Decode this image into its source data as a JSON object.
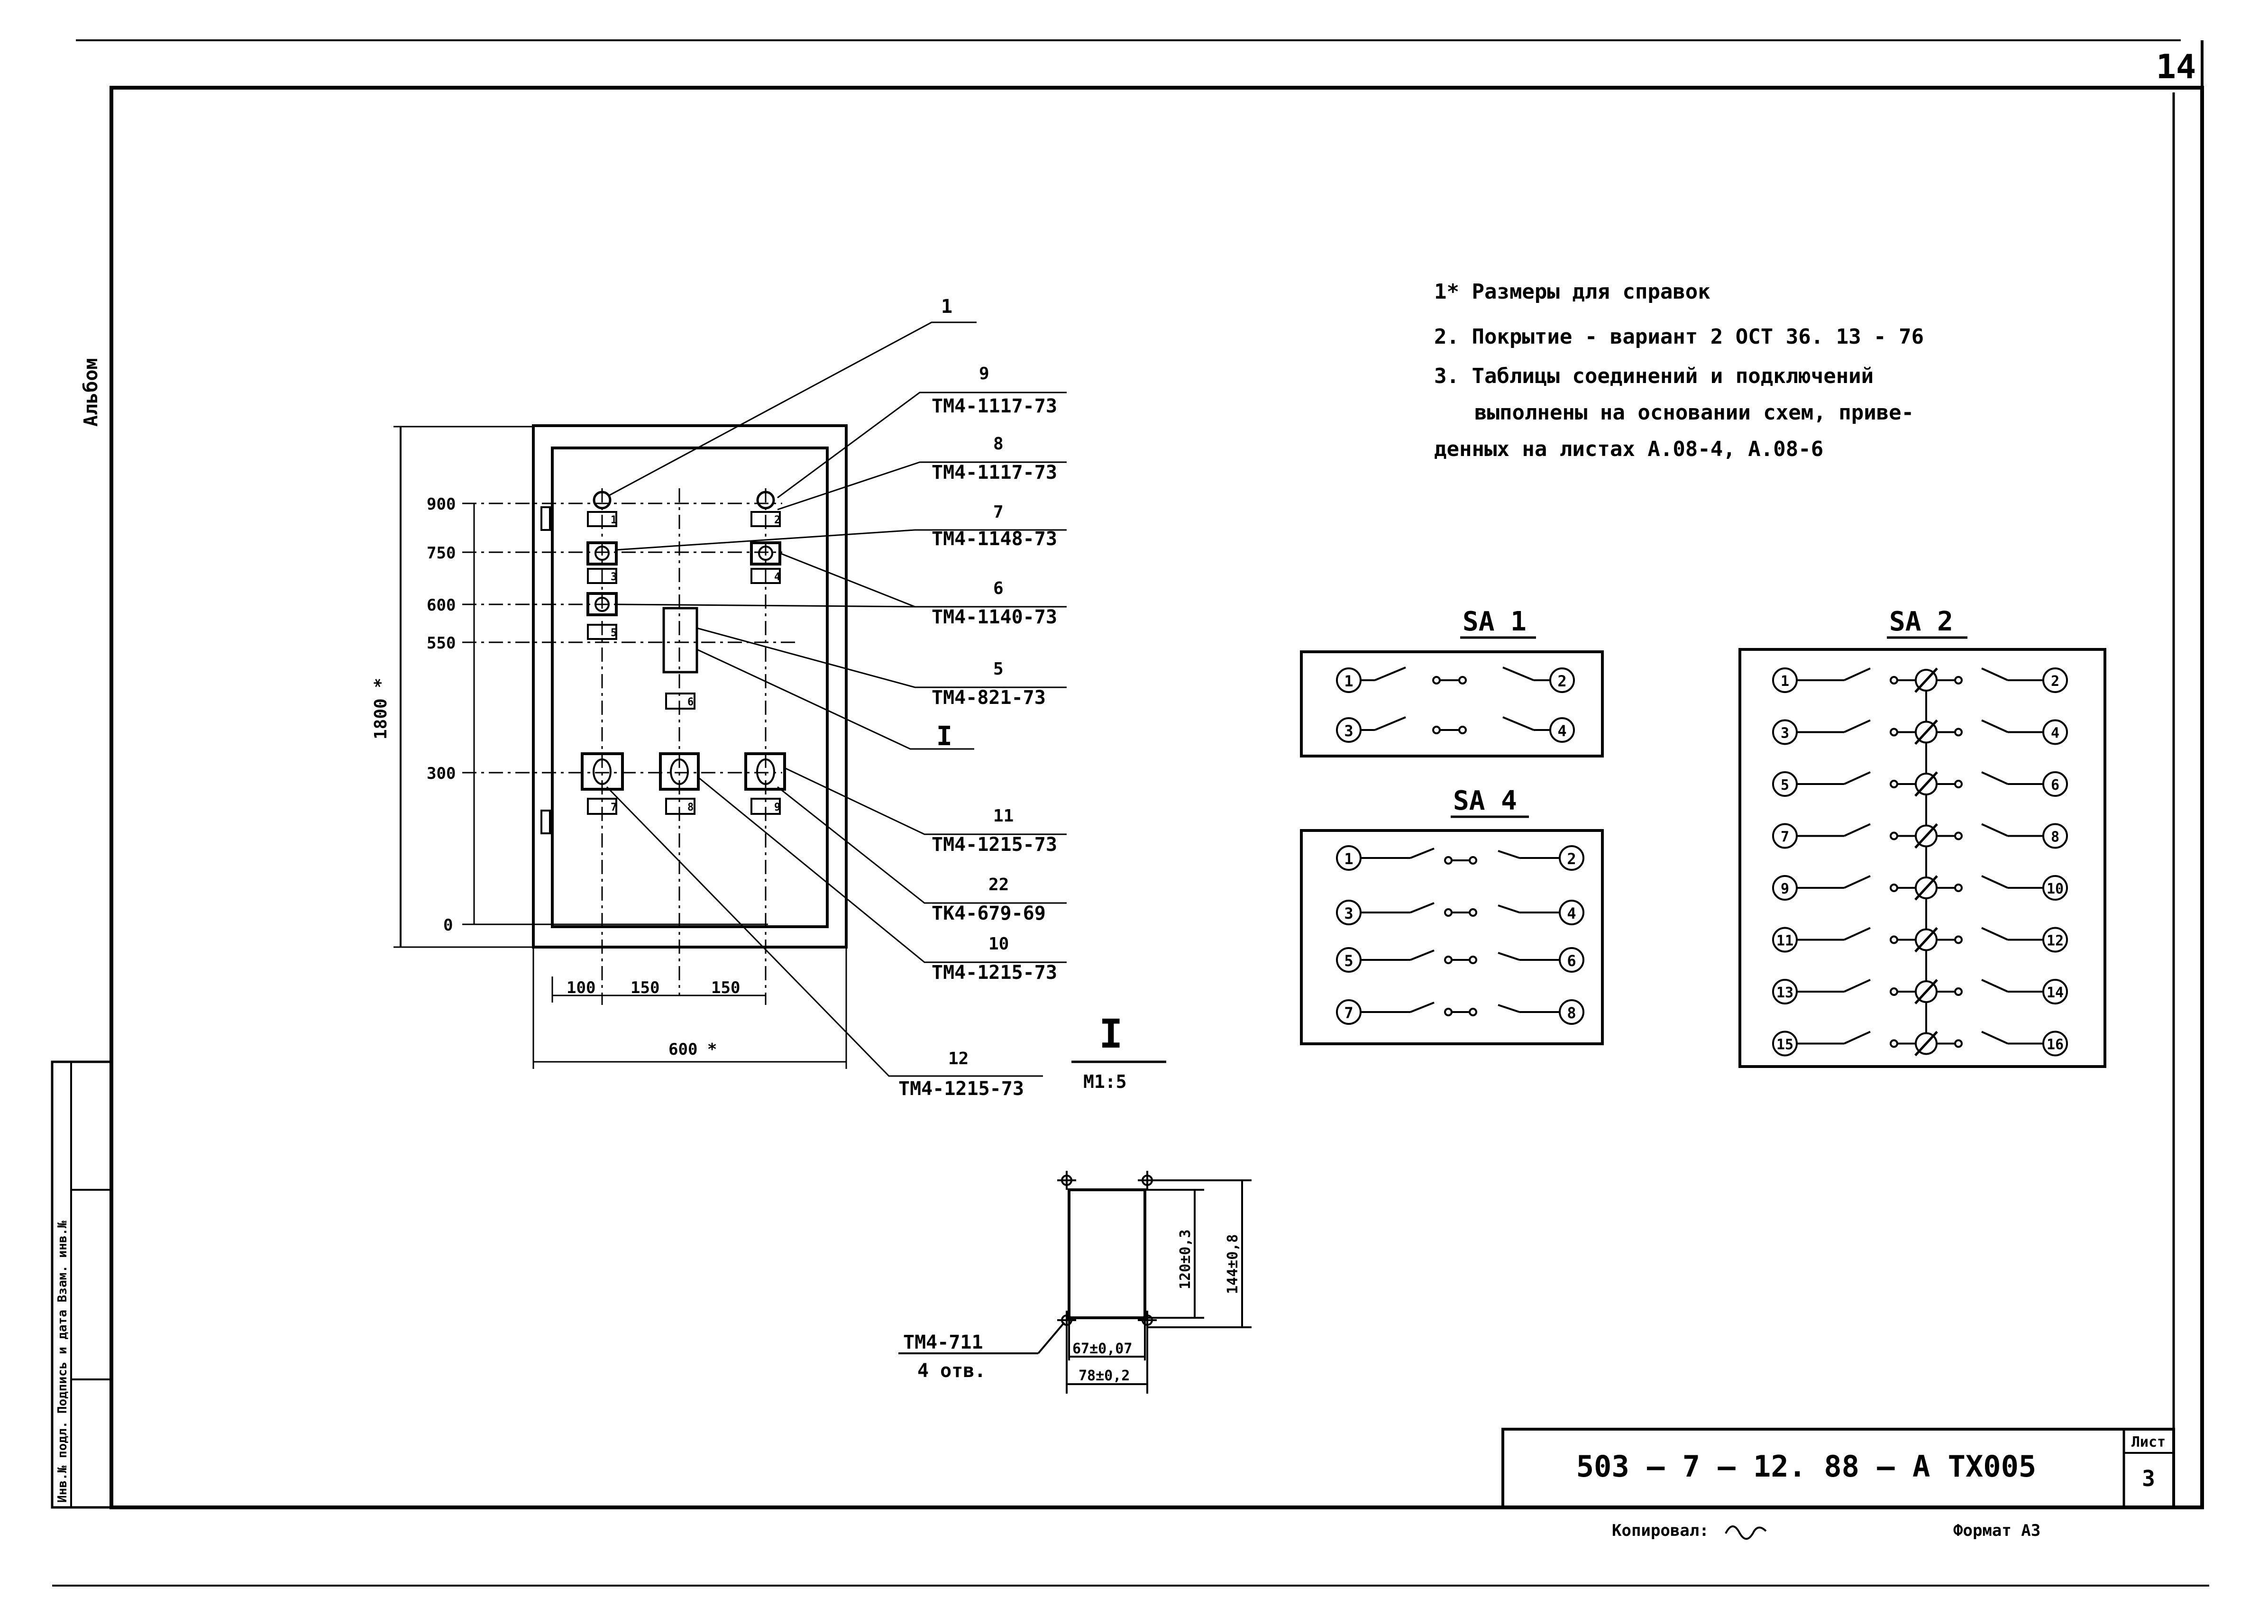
{
  "sheet": {
    "page_number": "14",
    "album_label": "Альбом",
    "left_strip_label": "Инв.№ подл. Подпись и дата Взам. инв.№",
    "doc_code": "503 – 7 – 12. 88 – А ТХ005",
    "sheet_label": "Лист",
    "sheet_number": "3",
    "copied_label": "Копировал:",
    "format_label": "Формат А3"
  },
  "notes": [
    "1* Размеры для справок",
    "2. Покрытие - вариант 2 ОСТ 36. 13 - 76",
    "3. Таблицы соединений и подключений",
    "выполнены на основании схем, приве-",
    "денных на листах А.08-4, А.08-6"
  ],
  "panel": {
    "dim_height": "1800 *",
    "dim_width": "600 *",
    "y_labels": [
      "900",
      "750",
      "600",
      "550",
      "300",
      "0"
    ],
    "x_labels": [
      "100",
      "150",
      "150"
    ],
    "callouts": [
      {
        "num": "1",
        "code": ""
      },
      {
        "num": "9",
        "code": "ТМ4-1117-73"
      },
      {
        "num": "8",
        "code": "ТМ4-1117-73"
      },
      {
        "num": "7",
        "code": "ТМ4-1148-73"
      },
      {
        "num": "6",
        "code": "ТМ4-1140-73"
      },
      {
        "num": "5",
        "code": "ТМ4-821-73"
      },
      {
        "num": "I",
        "code": ""
      },
      {
        "num": "11",
        "code": "ТМ4-1215-73"
      },
      {
        "num": "22",
        "code": "ТК4-679-69"
      },
      {
        "num": "10",
        "code": "ТМ4-1215-73"
      },
      {
        "num": "12",
        "code": "ТМ4-1215-73"
      }
    ],
    "label_tags": [
      "1",
      "2",
      "3",
      "4",
      "5",
      "6",
      "7",
      "8",
      "9"
    ]
  },
  "detail": {
    "title": "I",
    "scale": "М1:5",
    "hole_ref": "ТМ4-711",
    "holes": "4 отв.",
    "dim_inner_h": "120±0,3",
    "dim_outer_h": "144±0,8",
    "dim_inner_w": "67±0,07",
    "dim_outer_w": "78±0,2"
  },
  "schemes": [
    {
      "name": "SA 1",
      "rows": [
        [
          "1",
          "2"
        ],
        [
          "3",
          "4"
        ]
      ]
    },
    {
      "name": "SA 4",
      "rows": [
        [
          "1",
          "2"
        ],
        [
          "3",
          "4"
        ],
        [
          "5",
          "6"
        ],
        [
          "7",
          "8"
        ]
      ]
    },
    {
      "name": "SA 2",
      "rows": [
        [
          "1",
          "2"
        ],
        [
          "3",
          "4"
        ],
        [
          "5",
          "6"
        ],
        [
          "7",
          "8"
        ],
        [
          "9",
          "10"
        ],
        [
          "11",
          "12"
        ],
        [
          "13",
          "14"
        ],
        [
          "15",
          "16"
        ]
      ]
    }
  ]
}
